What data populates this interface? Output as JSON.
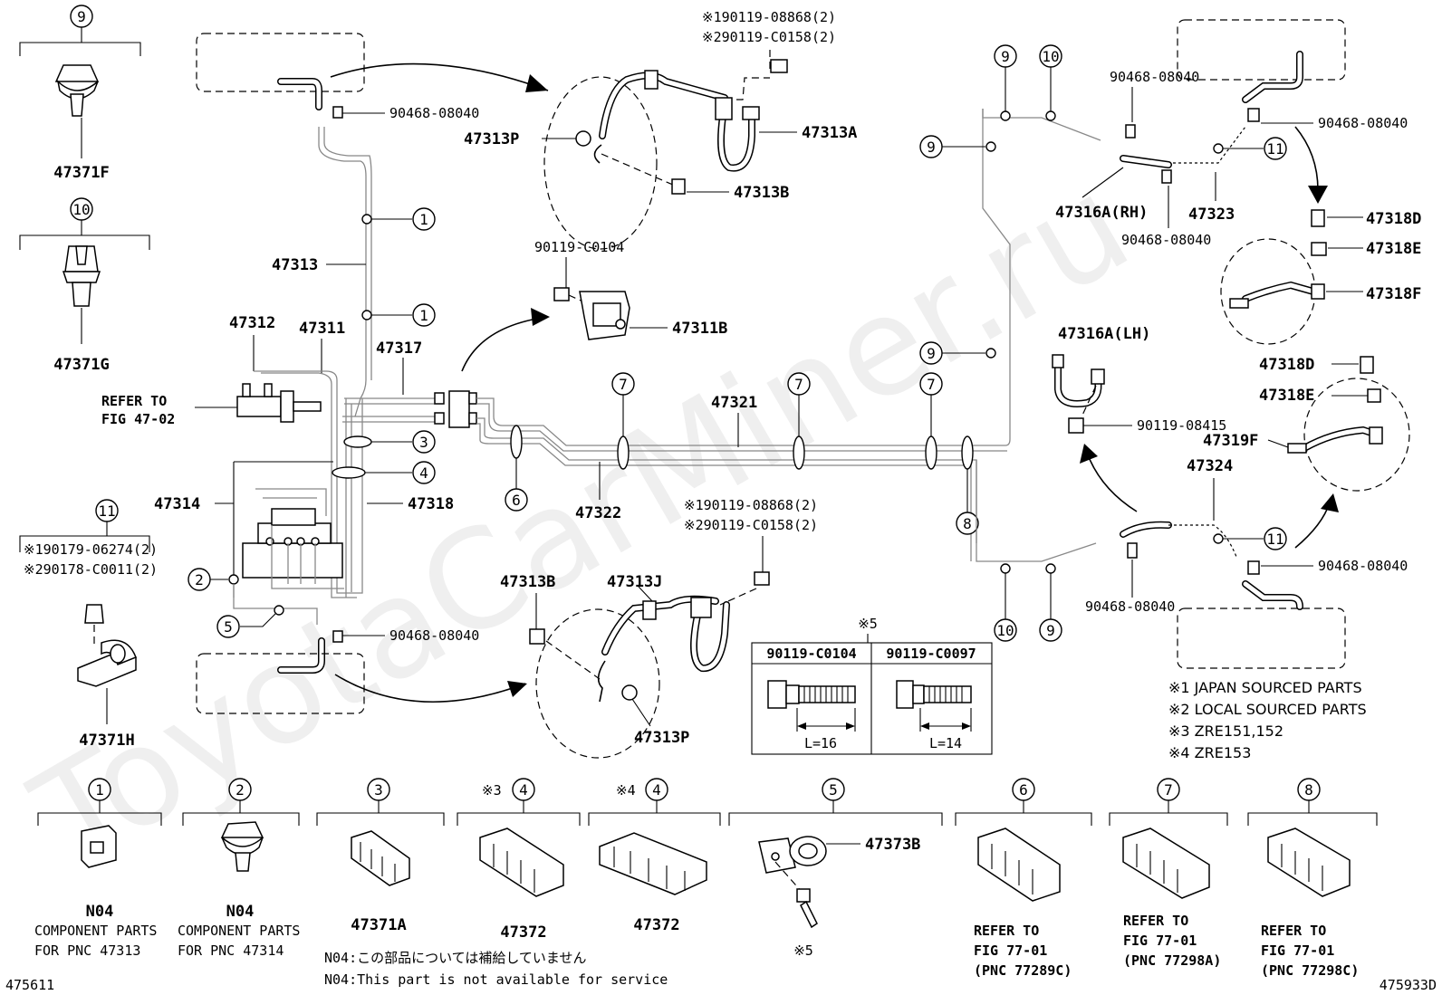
{
  "watermark": "ToyotaCarMiner.ru",
  "header_notes": [
    "※190119-08868(2)",
    "※290119-C0158(2)"
  ],
  "lower_notes": [
    "※190119-08868(2)",
    "※290119-C0158(2)"
  ],
  "left_clip_notes": [
    "※190179-06274(2)",
    "※290178-C0011(2)"
  ],
  "parts": {
    "p47371F": "47371F",
    "p47371G": "47371G",
    "p47371H": "47371H",
    "p47313": "47313",
    "p47312": "47312",
    "p47311": "47311",
    "p47317": "47317",
    "p47314": "47314",
    "p47318": "47318",
    "p47313P_top": "47313P",
    "p47313A": "47313A",
    "p47313B_top": "47313B",
    "p47311B": "47311B",
    "p90119C0104": "90119-C0104",
    "p47321": "47321",
    "p47322": "47322",
    "p47313B_bot": "47313B",
    "p47313J": "47313J",
    "p47313P_bot": "47313P",
    "p90468_a": "90468-08040",
    "p90468_b": "90468-08040",
    "p90468_c": "90468-08040",
    "p90468_d": "90468-08040",
    "p90468_e": "90468-08040",
    "p90468_f": "90468-08040",
    "p90468_g": "90468-08040",
    "p47316A_RH": "47316A(RH)",
    "p47323": "47323",
    "p47318D_1": "47318D",
    "p47318E_1": "47318E",
    "p47318F": "47318F",
    "p47316A_LH": "47316A(LH)",
    "p90119_08415": "90119-08415",
    "p47318D_2": "47318D",
    "p47318E_2": "47318E",
    "p47319F": "47319F",
    "p47324": "47324",
    "p47373B": "47373B",
    "p47371A": "47371A",
    "p47372_a": "47372",
    "p47372_b": "47372"
  },
  "refer_top": {
    "line1": "REFER TO",
    "line2": "FIG 47-02"
  },
  "callouts": {
    "c9": "9",
    "c10": "10",
    "c11": "11",
    "c1": "1",
    "c2": "2",
    "c3": "3",
    "c4": "4",
    "c5": "5",
    "c6": "6",
    "c7": "7",
    "c8": "8"
  },
  "bolt_table": {
    "mark": "※5",
    "headers": [
      "90119-C0104",
      "90119-C0097"
    ],
    "lengths": [
      "L=16",
      "L=14"
    ]
  },
  "legend": [
    "※1 JAPAN SOURCED PARTS",
    "※2 LOCAL SOURCED PARTS",
    "※3 ZRE151,152",
    "※4 ZRE153"
  ],
  "bottom_groups": {
    "g1": {
      "num": "1",
      "pn": "N04",
      "line1": "COMPONENT PARTS",
      "line2": "FOR PNC 47313"
    },
    "g2": {
      "num": "2",
      "pn": "N04",
      "line1": "COMPONENT PARTS",
      "line2": "FOR PNC 47314"
    },
    "g3": {
      "num": "3"
    },
    "g4a": {
      "num": "4",
      "mark": "※3"
    },
    "g4b": {
      "num": "4",
      "mark": "※4"
    },
    "g5": {
      "num": "5",
      "mark": "※5"
    },
    "g6": {
      "num": "6",
      "line1": "REFER TO",
      "line2": "FIG 77-01",
      "line3": "(PNC 77289C)"
    },
    "g7": {
      "num": "7",
      "line1": "REFER TO",
      "line2": "FIG 77-01",
      "line3": "(PNC 77298A)"
    },
    "g8": {
      "num": "8",
      "line1": "REFER TO",
      "line2": "FIG 77-01",
      "line3": "(PNC 77298C)"
    }
  },
  "footnotes": {
    "jp": "N04:この部品については補給していません",
    "en": "N04:This part is not available for service"
  },
  "fig_left": "475611",
  "fig_right": "475933D"
}
